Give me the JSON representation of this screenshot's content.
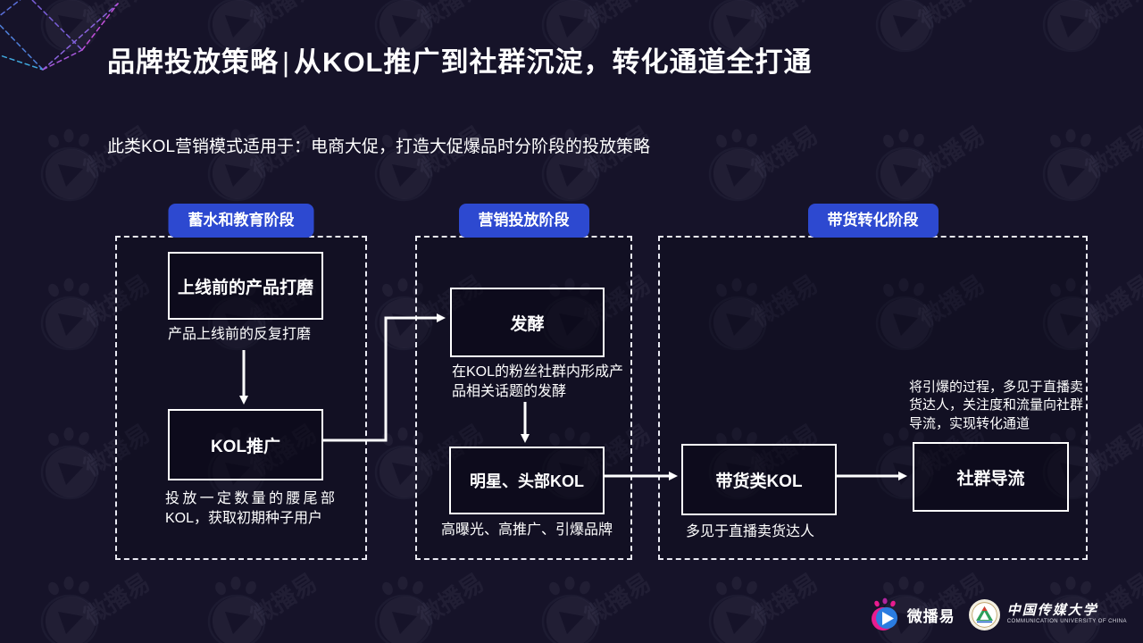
{
  "slide": {
    "title": {
      "prefix": "品牌投放策略",
      "separator": "|",
      "main": "从KOL推广到社群沉淀，转化通道全打通"
    },
    "subtitle": "此类KOL营销模式适用于：电商大促，打造大促爆品时分阶段的投放策略"
  },
  "stages": [
    {
      "label": "蓄水和教育阶段",
      "nodes": [
        {
          "title": "上线前的产品打磨",
          "caption": "产品上线前的反复打磨"
        },
        {
          "title": "KOL推广",
          "caption": "投放一定数量的腰尾部KOL，获取初期种子用户"
        }
      ]
    },
    {
      "label": "营销投放阶段",
      "nodes": [
        {
          "title": "发酵",
          "caption": "在KOL的粉丝社群内形成产品相关话题的发酵"
        },
        {
          "title": "明星、头部KOL",
          "caption": "高曝光、高推广、引爆品牌"
        }
      ]
    },
    {
      "label": "带货转化阶段",
      "nodes": [
        {
          "title": "带货类KOL",
          "caption": "多见于直播卖货达人"
        },
        {
          "title": "社群导流",
          "annotation": "将引爆的过程，多见于直播卖货达人，关注度和流量向社群导流，实现转化通道"
        }
      ]
    }
  ],
  "watermark": {
    "text": "微播易"
  },
  "footer": {
    "weiboyi_text": "微播易",
    "cuc_name": "中国传媒大学",
    "cuc_english": "COMMUNICATION UNIVERSITY OF CHINA"
  },
  "colors": {
    "background": "#161329",
    "stage_button": "#2d49d0",
    "box_border": "#ffffff",
    "accent_pink": "#e81c8f",
    "accent_blue": "#2b7ce0"
  }
}
